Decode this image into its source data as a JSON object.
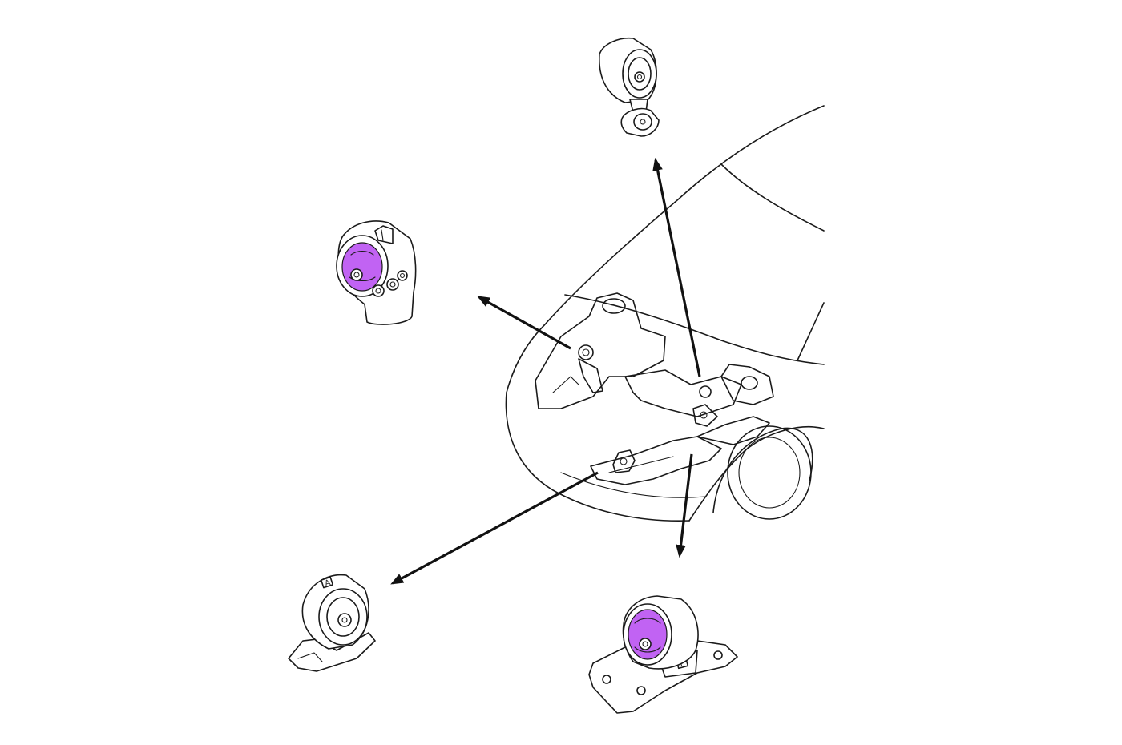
{
  "diagram": {
    "style": "black line-art technical illustration",
    "highlight_color": "#b23cf0",
    "ink_color": "#1a1a1a",
    "components": [
      {
        "id": "mount-upper-right",
        "icon": "engine-mount-icon",
        "highlighted": false
      },
      {
        "id": "mount-upper-left",
        "icon": "engine-mount-icon",
        "highlighted": true
      },
      {
        "id": "mount-lower-left",
        "icon": "engine-mount-icon",
        "highlighted": false,
        "marking": "A"
      },
      {
        "id": "mount-lower-right",
        "icon": "engine-mount-icon",
        "highlighted": true,
        "marking": "F"
      }
    ]
  }
}
